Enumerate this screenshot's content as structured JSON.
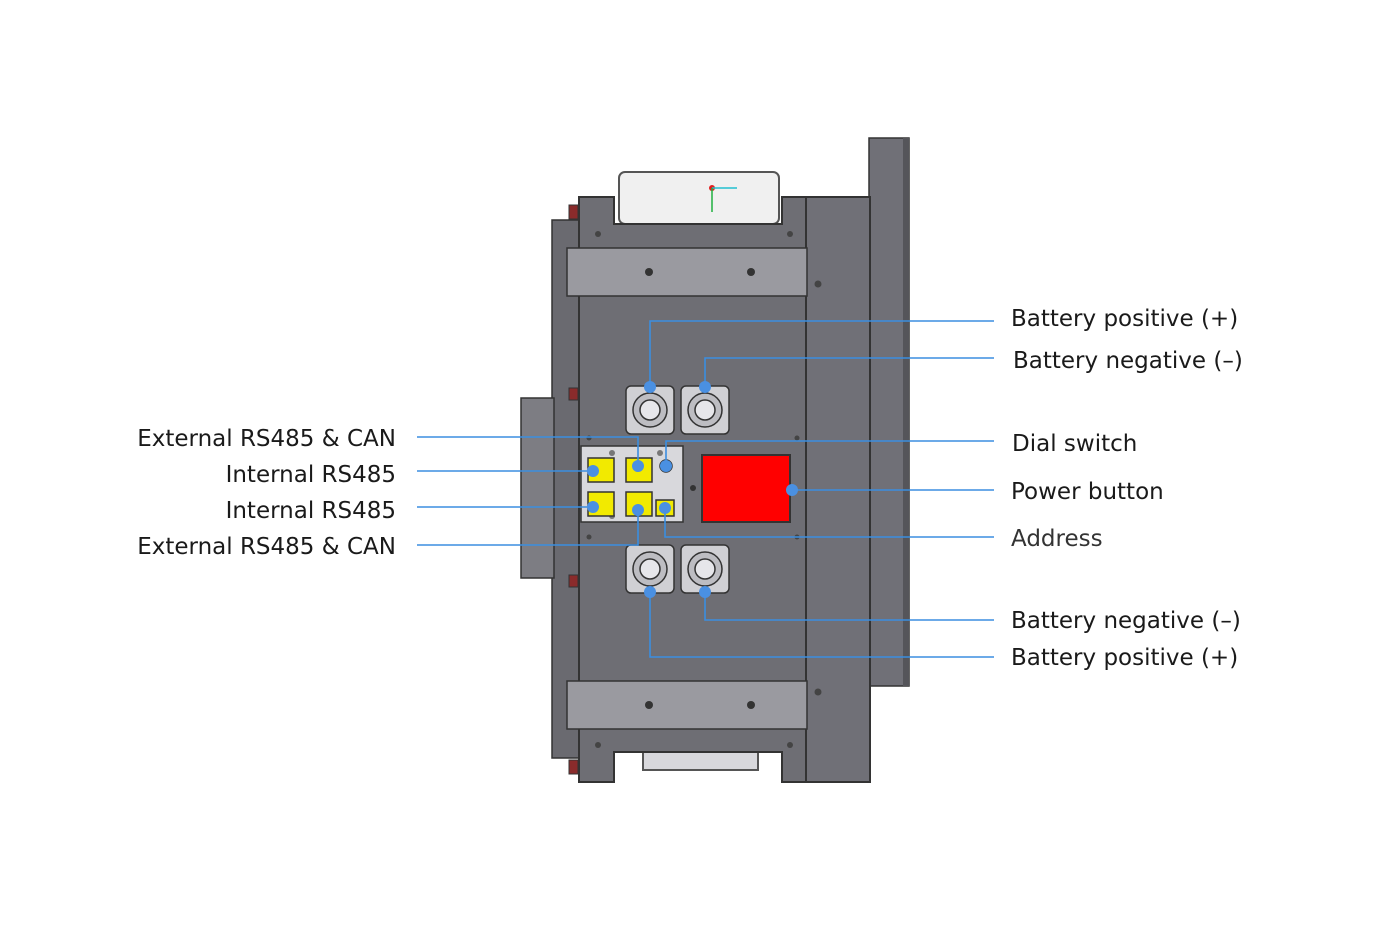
{
  "colors": {
    "leader": "#3b8ee0",
    "dot": "#4a90e2",
    "housing": "#6e6e74",
    "housing_dark": "#55555a",
    "rail": "#9a9aa0",
    "port": "#f2ea00",
    "power_button": "#ff0000"
  },
  "labels": {
    "battery_positive_top": "Battery positive (+)",
    "battery_negative_top": "Battery negative (–)",
    "dial_switch": "Dial switch",
    "power_button": "Power button",
    "address": "Address",
    "battery_negative_bottom": "Battery negative (–)",
    "battery_positive_bottom": "Battery positive (+)",
    "external_rs485_can_top": "External RS485 & CAN",
    "internal_rs485_top": "Internal RS485",
    "internal_rs485_bottom": "Internal RS485",
    "external_rs485_can_bottom": "External RS485 & CAN"
  },
  "icons": {
    "terminal": "battery-terminal-icon",
    "port": "communication-port-icon",
    "switch": "power-switch-icon"
  }
}
